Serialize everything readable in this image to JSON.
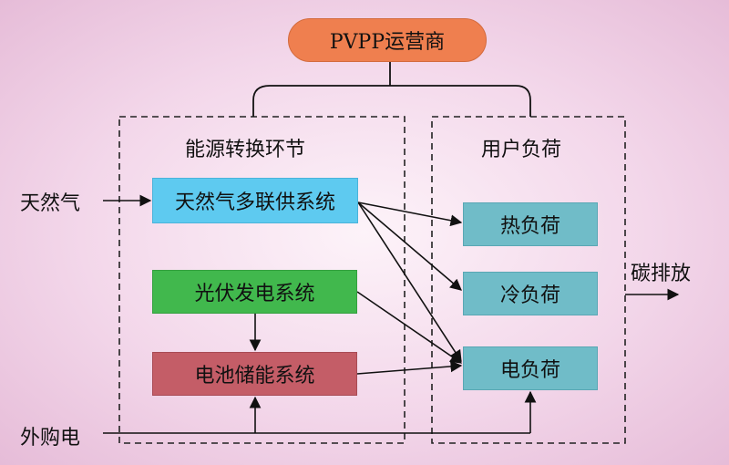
{
  "diagram": {
    "operator": "PVPP运营商",
    "conversion_group": "能源转换环节",
    "user_group": "用户负荷",
    "nodes": {
      "gas_system": "天然气多联供系统",
      "pv_system": "光伏发电系统",
      "battery_system": "电池储能系统",
      "heat_load": "热负荷",
      "cold_load": "冷负荷",
      "electric_load": "电负荷"
    },
    "inputs": {
      "natural_gas": "天然气",
      "grid_power": "外购电"
    },
    "outputs": {
      "carbon_emission": "碳排放"
    },
    "colors": {
      "operator": "#ef7f4f",
      "gas_system": "#5ecaf0",
      "pv_system": "#41b84d",
      "battery_system": "#c45d67",
      "loads": "#70bcc8",
      "background": "#f3d7ea"
    }
  }
}
